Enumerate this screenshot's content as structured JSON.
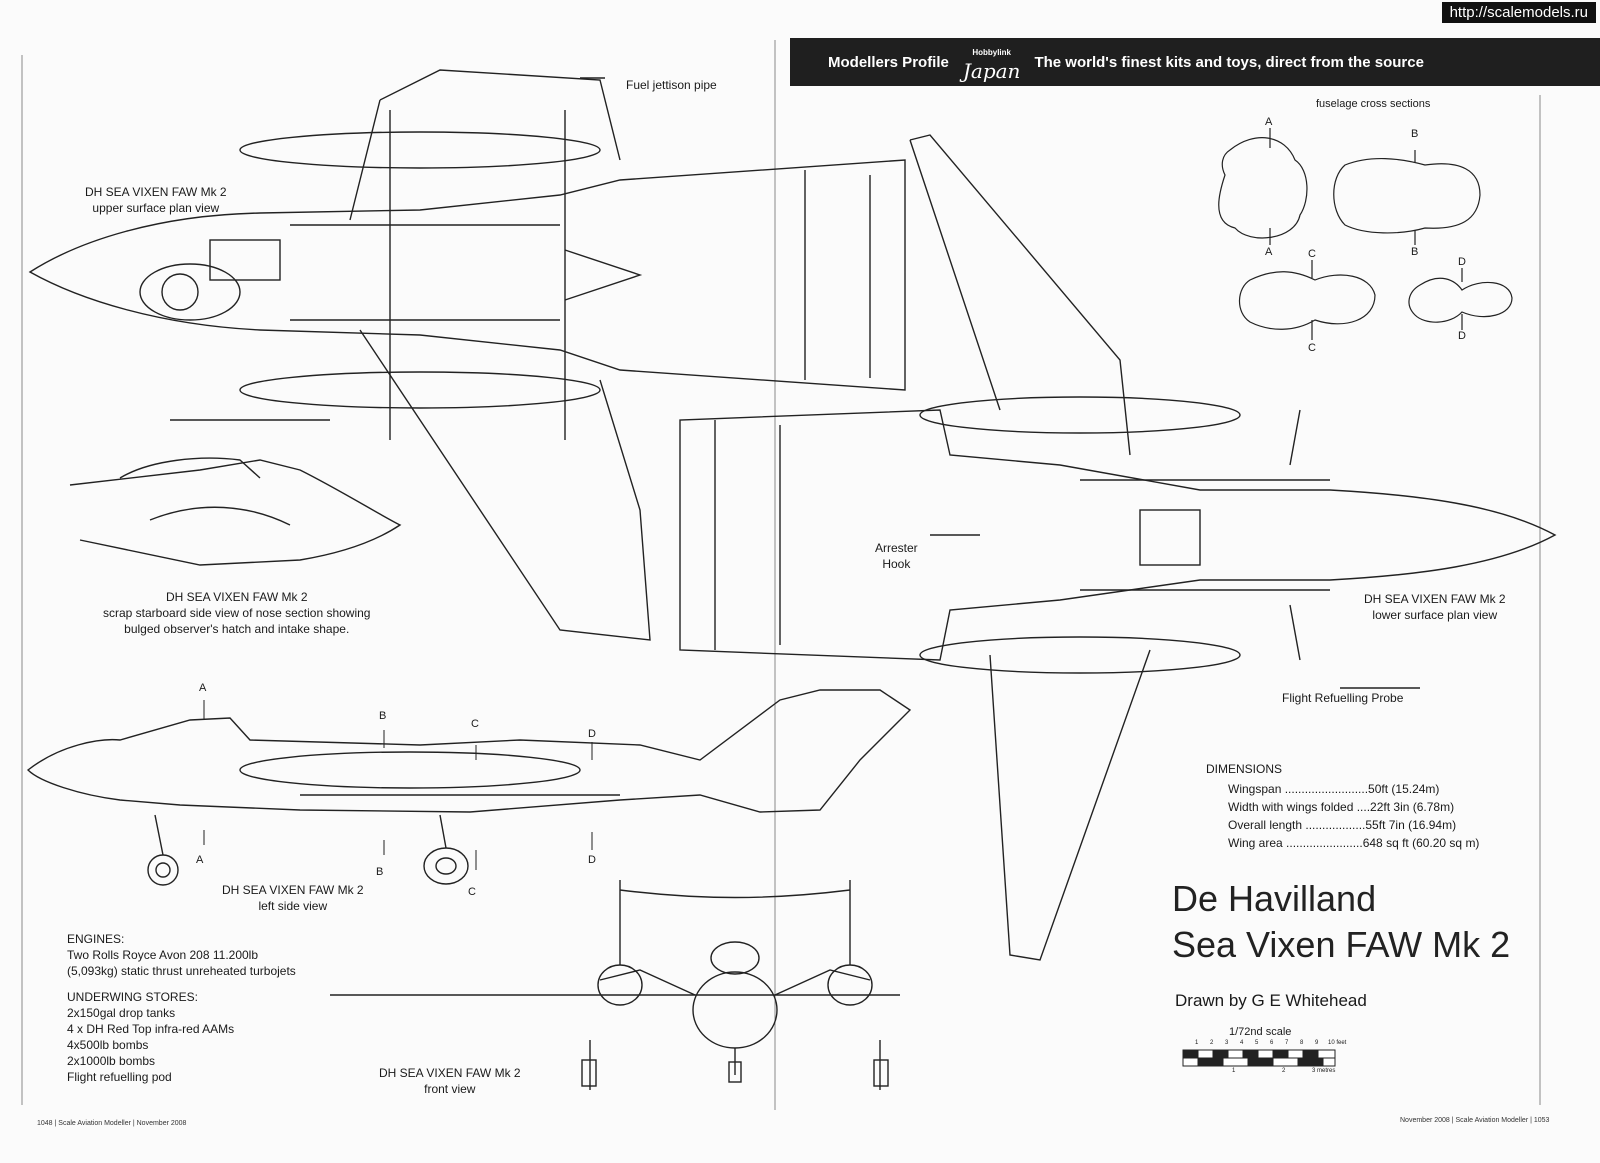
{
  "watermark": "http://scalemodels.ru",
  "banner": {
    "left_text": "Modellers Profile",
    "logo_small": "Hobbylink",
    "logo_text": "Japan",
    "right_text": "The world's finest kits and toys, direct from the source"
  },
  "views": {
    "upper_title": "DH SEA VIXEN FAW Mk 2",
    "upper_caption": "upper surface plan view",
    "scrap_title": "DH SEA VIXEN FAW Mk 2",
    "scrap_caption_1": "scrap starboard side view of nose section showing",
    "scrap_caption_2": "bulged observer's hatch and intake shape.",
    "left_title": "DH SEA VIXEN FAW Mk 2",
    "left_caption": "left side view",
    "front_title": "DH SEA VIXEN FAW Mk 2",
    "front_caption": "front view",
    "lower_title": "DH SEA VIXEN FAW Mk 2",
    "lower_caption": "lower surface plan view"
  },
  "callouts": {
    "fuel_jettison": "Fuel jettison pipe",
    "arrester_1": "Arrester",
    "arrester_2": "Hook",
    "refuelling_probe": "Flight Refuelling Probe"
  },
  "sections": {
    "title": "fuselage cross sections",
    "a": "A",
    "b": "B",
    "c": "C",
    "d": "D"
  },
  "dimensions": {
    "heading": "DIMENSIONS",
    "rows": [
      "Wingspan .........................50ft (15.24m)",
      "Width with wings folded ....22ft 3in (6.78m)",
      "Overall length ..................55ft 7in (16.94m)",
      "Wing area .......................648 sq ft  (60.20 sq m)"
    ]
  },
  "title": {
    "line1": "De Havilland",
    "line2": "Sea Vixen FAW Mk 2",
    "credit": "Drawn by G E Whitehead",
    "scale": "1/72nd scale"
  },
  "scale_bar": {
    "feet_ticks": [
      "1",
      "2",
      "3",
      "4",
      "5",
      "6",
      "7",
      "8",
      "9",
      "10 feet"
    ],
    "metre_ticks": [
      "1",
      "2",
      "3 metres"
    ]
  },
  "notes": {
    "engines_heading": "ENGINES:",
    "engines_1": "Two Rolls Royce Avon 208 11.200lb",
    "engines_2": "(5,093kg) static thrust unreheated turbojets",
    "stores_heading": "UNDERWING STORES:",
    "stores": [
      "2x150gal drop tanks",
      "4 x DH Red Top infra-red AAMs",
      "4x500lb bombs",
      "2x1000lb bombs",
      "Flight refuelling pod"
    ]
  },
  "footer": {
    "left": "1048 | Scale Aviation Modeller | November 2008",
    "right": "November 2008 | Scale Aviation Modeller | 1053"
  }
}
